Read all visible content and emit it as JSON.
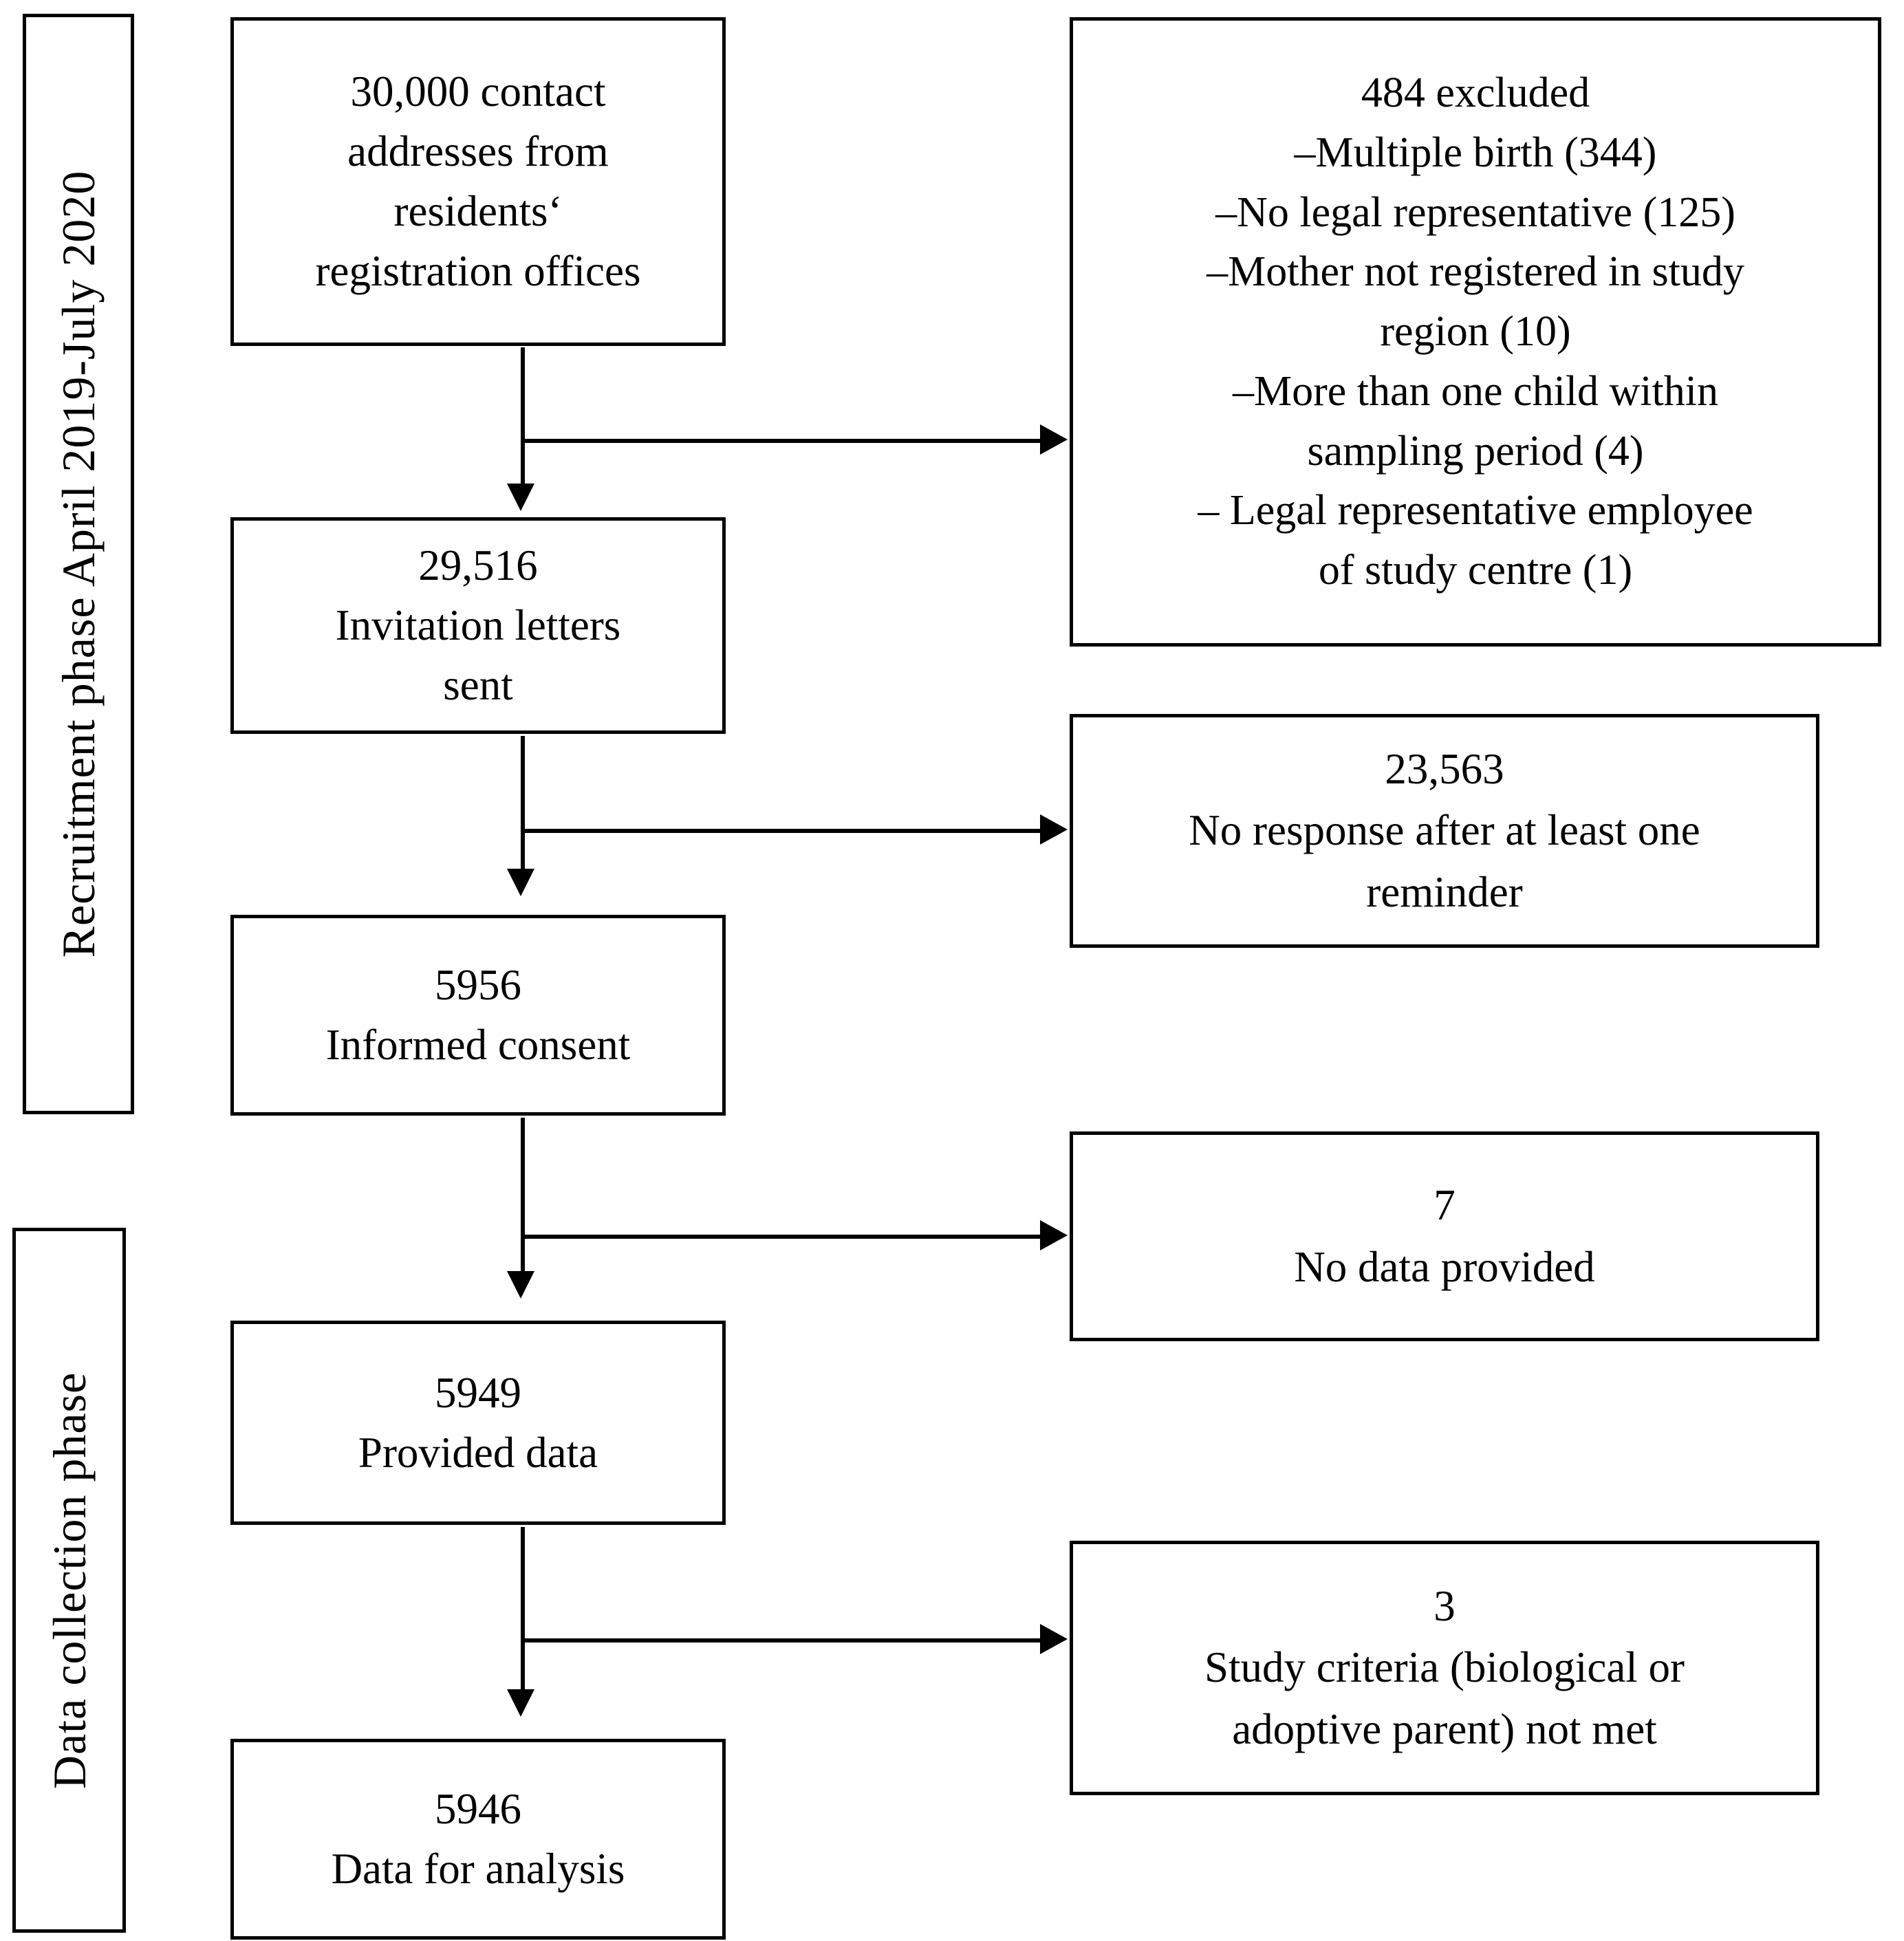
{
  "figure": {
    "type": "participant-flow-diagram",
    "phases": [
      {
        "id": "recruitment",
        "label": "Recruitment phase April 2019-July 2020"
      },
      {
        "id": "data-collection",
        "label": "Data collection phase"
      }
    ],
    "flow_nodes": [
      {
        "id": "addresses",
        "text": "30,000 contact addresses from residents‘ registration offices"
      },
      {
        "id": "letters",
        "text": "29,516 Invitation letters sent"
      },
      {
        "id": "consent",
        "text": "5956 Informed consent"
      },
      {
        "id": "provided",
        "text": "5949 Provided data"
      },
      {
        "id": "analysis",
        "text": "5946 Data for analysis"
      }
    ],
    "exclusion_nodes": [
      {
        "id": "excluded",
        "text": "484 excluded –Multiple birth (344) –No legal representative (125) –Mother not registered in study region (10) –More than one child within sampling period (4) – Legal representative employee of study centre (1)"
      },
      {
        "id": "noresponse",
        "text": "23,563 No response after at least one reminder"
      },
      {
        "id": "nodata",
        "text": "7 No data provided"
      },
      {
        "id": "criteria",
        "text": "3 Study criteria (biological or adoptive parent) not met"
      }
    ],
    "node_lines": {
      "addresses": [
        "30,000 contact",
        "addresses from",
        "residents‘",
        "registration offices"
      ],
      "letters": [
        "29,516",
        "Invitation letters",
        "sent"
      ],
      "consent": [
        "5956",
        "Informed consent"
      ],
      "provided": [
        "5949",
        "Provided data"
      ],
      "analysis": [
        "5946",
        "Data for analysis"
      ],
      "excluded": [
        "484 excluded",
        "–Multiple birth (344)",
        "–No legal representative (125)",
        "–Mother not registered in study",
        "region (10)",
        "–More than one child within",
        "sampling period (4)",
        "– Legal representative employee",
        "of study centre (1)"
      ],
      "noresponse": [
        "23,563",
        "No response after at least one",
        "reminder"
      ],
      "nodata": [
        "7",
        "No data provided"
      ],
      "criteria": [
        "3",
        "Study criteria (biological or",
        "adoptive parent) not met"
      ]
    },
    "counts": {
      "contact_addresses": "30,000",
      "excluded_total": "484",
      "excluded_multiple_birth": "344",
      "excluded_no_legal_representative": "125",
      "excluded_mother_not_registered": "10",
      "excluded_more_than_one_child": "4",
      "excluded_legal_rep_employee": "1",
      "invitation_letters_sent": "29,516",
      "no_response": "23,563",
      "informed_consent": "5956",
      "no_data_provided": "7",
      "provided_data": "5949",
      "criteria_not_met": "3",
      "data_for_analysis": "5946"
    },
    "colors": {
      "stroke": "#000000",
      "background": "#ffffff",
      "text": "#000000"
    }
  }
}
